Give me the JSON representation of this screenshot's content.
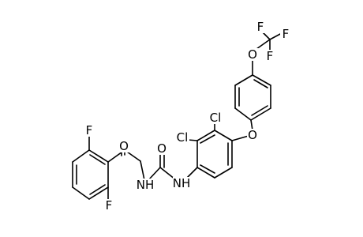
{
  "structure": {
    "atoms": [
      {
        "id": "F_top_left",
        "label": "F"
      },
      {
        "id": "O_amide",
        "label": "O"
      },
      {
        "id": "O_urea",
        "label": "O"
      },
      {
        "id": "N_1",
        "label": "NH"
      },
      {
        "id": "N_2",
        "label": "NH"
      },
      {
        "id": "F_bottom_left",
        "label": "F"
      },
      {
        "id": "Cl_1",
        "label": "Cl"
      },
      {
        "id": "Cl_2",
        "label": "Cl"
      },
      {
        "id": "O_ether",
        "label": "O"
      },
      {
        "id": "O_ocf3",
        "label": "O"
      },
      {
        "id": "F_cf3_1",
        "label": "F"
      },
      {
        "id": "F_cf3_2",
        "label": "F"
      },
      {
        "id": "F_cf3_3",
        "label": "F"
      }
    ]
  },
  "colors": {
    "bond": "#000000",
    "label": "#000000",
    "background": "#ffffff"
  }
}
